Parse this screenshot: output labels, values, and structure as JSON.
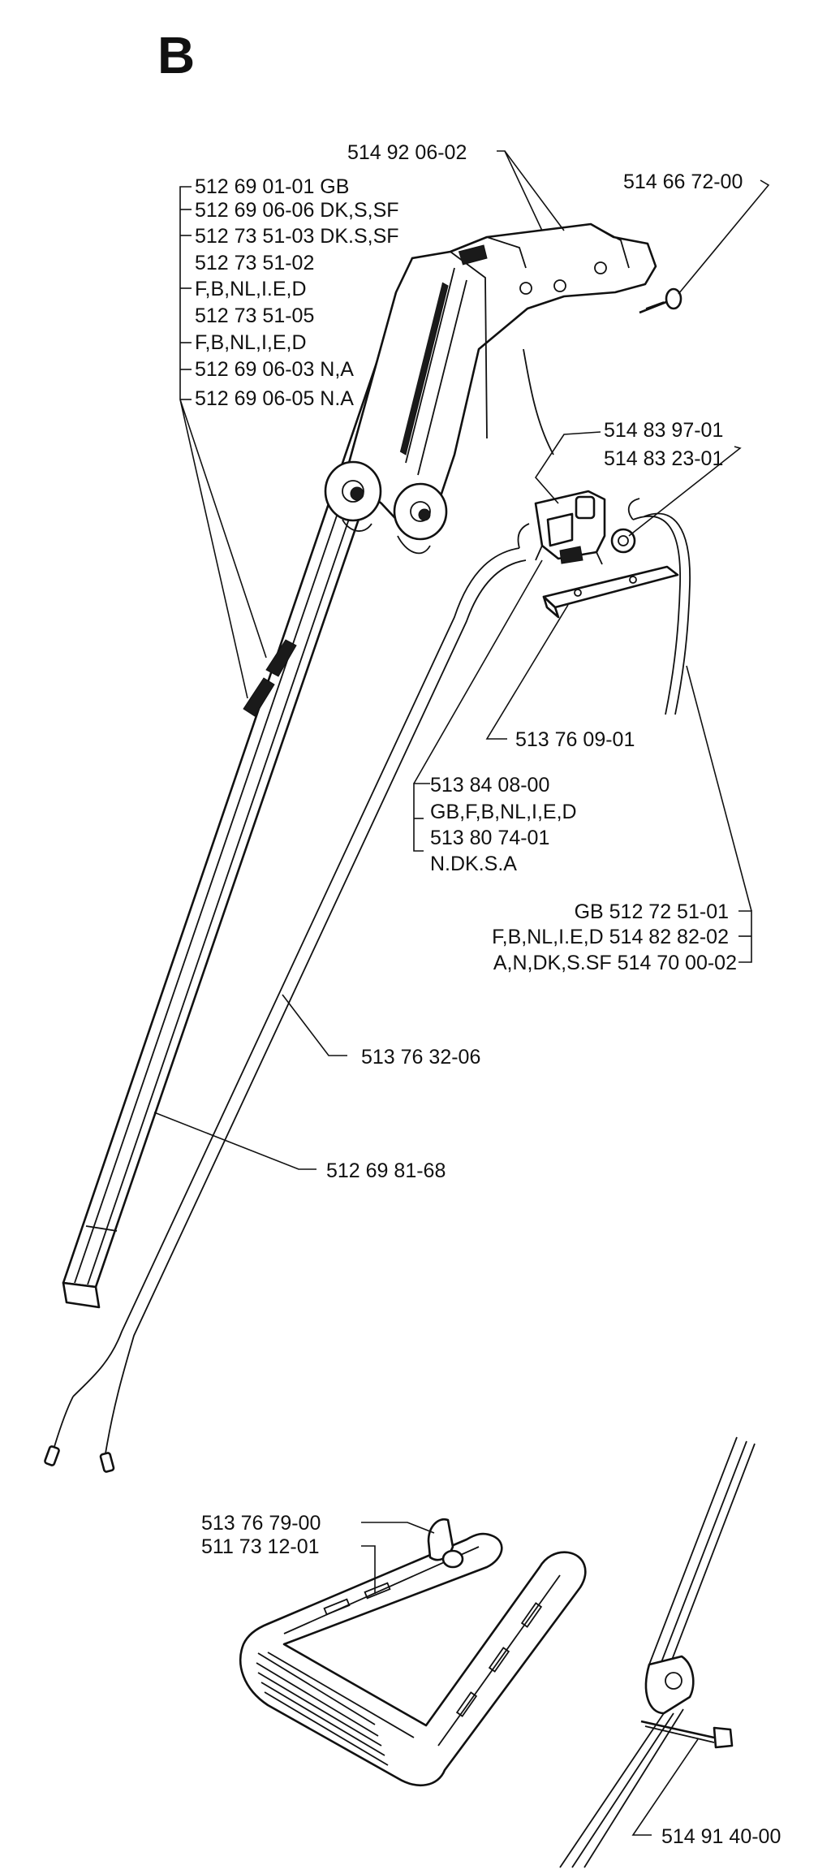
{
  "section_letter": "B",
  "parts": {
    "upper_cover": "514 92 06-02",
    "screw_top": "514 66 72-00",
    "label_gb": "512 69 01-01 GB",
    "label_dk_s_sf": "512 69 06-06 DK,S,SF",
    "label_dk_s_sf_2": "512 73 51-03 DK.S,SF",
    "label_02": "512 73 51-02",
    "label_02_markets": "F,B,NL,I.E,D",
    "label_05": "512 73 51-05",
    "label_05_markets": "F,B,NL,I,E,D",
    "label_na_1": "512 69 06-03 N,A",
    "label_na_2": "512 69 06-05 N.A",
    "switch_1": "514 83 97-01",
    "switch_2": "514 83 23-01",
    "cable_clamp": "513 76 09-01",
    "switch_assy": "513 84 08-00",
    "switch_assy_markets": "GB,F,B,NL,I,E,D",
    "switch_assy_2": "513 80 74-01",
    "switch_assy_2_markets": "N.DK.S.A",
    "cord_gb": "GB 512 72 51-01",
    "cord_eu": "F,B,NL,I.E,D 514 82 82-02",
    "cord_nordic": "A,N,DK,S.SF 514 70 00-02",
    "cable": "513 76 32-06",
    "tube": "512 69 81-68",
    "handle_bracket": "513 76 79-00",
    "handle": "511 73 12-01",
    "bolt": "514 91 40-00"
  }
}
